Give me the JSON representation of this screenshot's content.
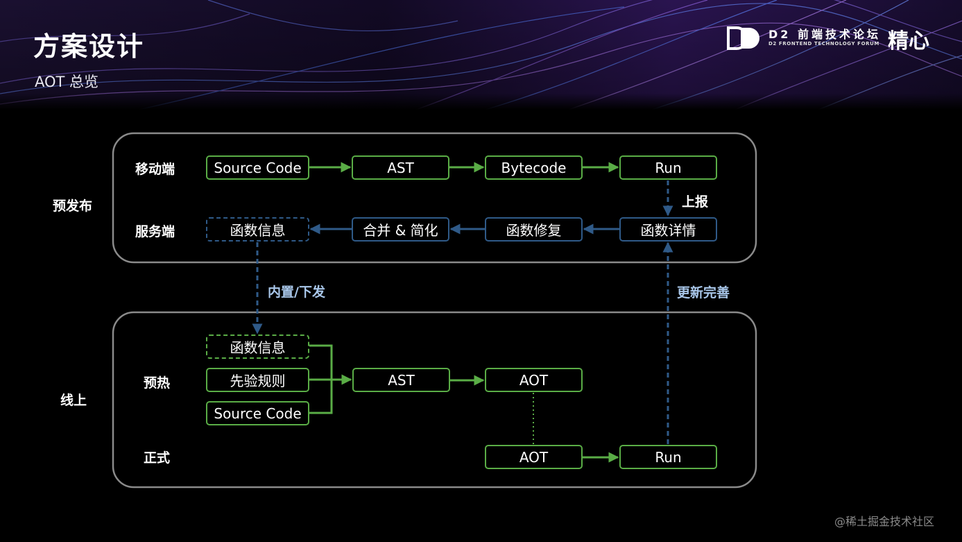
{
  "header": {
    "title": "方案设计",
    "subtitle": "AOT 总览",
    "logo_cn": "D2 前端技术论坛",
    "logo_en": "D2 FRONTEND TECHNOLOGY FORUM",
    "logo_brand": "精心"
  },
  "groups": {
    "prerelease": "预发布",
    "online": "线上"
  },
  "rows": {
    "mobile": "移动端",
    "server": "服务端",
    "warmup": "预热",
    "formal": "正式"
  },
  "nodes": {
    "m_source": "Source Code",
    "m_ast": "AST",
    "m_bytecode": "Bytecode",
    "m_run": "Run",
    "s_funcinfo": "函数信息",
    "s_merge": "合并 & 简化",
    "s_fix": "函数修复",
    "s_detail": "函数详情",
    "w_funcinfo": "函数信息",
    "w_rules": "先验规则",
    "w_source": "Source Code",
    "w_ast": "AST",
    "w_aot": "AOT",
    "f_aot": "AOT",
    "f_run": "Run"
  },
  "edges": {
    "report": "上报",
    "embed": "内置/下发",
    "update": "更新完善"
  },
  "watermark": "@稀土掘金技术社区",
  "colors": {
    "green": "#5aad46",
    "blue": "#2f5a88",
    "blue_label": "#a9c7ea",
    "group_border": "#8a8a8a"
  }
}
